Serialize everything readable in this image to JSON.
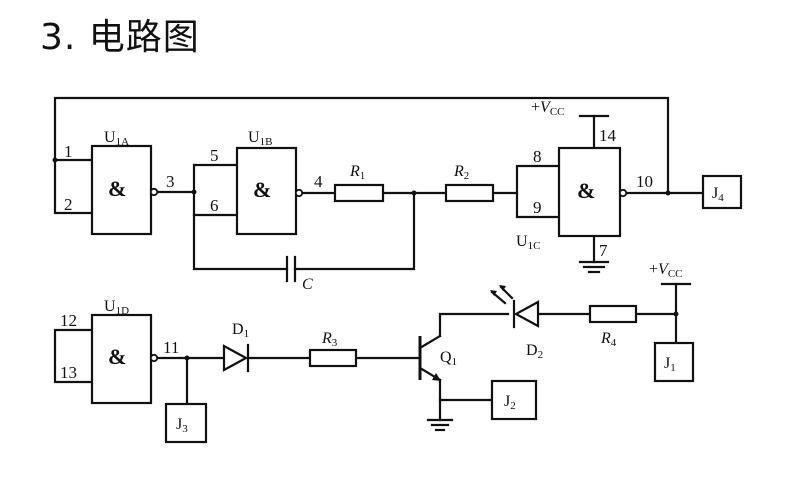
{
  "heading": {
    "number": "3",
    "sep": ". ",
    "text": "电路图"
  },
  "gates": {
    "u1a": {
      "name": "U1A",
      "base": "U",
      "sub": "1A",
      "symbol": "&",
      "pin_in1": "1",
      "pin_in2": "2",
      "pin_out": "3"
    },
    "u1b": {
      "name": "U1B",
      "base": "U",
      "sub": "1B",
      "symbol": "&",
      "pin_in1": "5",
      "pin_in2": "6",
      "pin_out": "4"
    },
    "u1c": {
      "name": "U1C",
      "base": "U",
      "sub": "1C",
      "symbol": "&",
      "pin_in1": "8",
      "pin_in2": "9",
      "pin_out": "10",
      "pin_vcc": "14",
      "pin_gnd": "7"
    },
    "u1d": {
      "name": "U1D",
      "base": "U",
      "sub": "1D",
      "symbol": "&",
      "pin_in1": "12",
      "pin_in2": "13",
      "pin_out": "11"
    }
  },
  "resistors": {
    "r1": {
      "base": "R",
      "sub": "1"
    },
    "r2": {
      "base": "R",
      "sub": "2"
    },
    "r3": {
      "base": "R",
      "sub": "3"
    },
    "r4": {
      "base": "R",
      "sub": "4"
    }
  },
  "capacitor": {
    "label": "C"
  },
  "diodes": {
    "d1": {
      "base": "D",
      "sub": "1"
    },
    "d2": {
      "base": "D",
      "sub": "2"
    }
  },
  "transistor": {
    "base": "Q",
    "sub": "1"
  },
  "supply": {
    "prefix": "+",
    "base": "V",
    "sub": "CC"
  },
  "jacks": {
    "j1": {
      "base": "J",
      "sub": "1"
    },
    "j2": {
      "base": "J",
      "sub": "2"
    },
    "j3": {
      "base": "J",
      "sub": "3"
    },
    "j4": {
      "base": "J",
      "sub": "4"
    }
  }
}
